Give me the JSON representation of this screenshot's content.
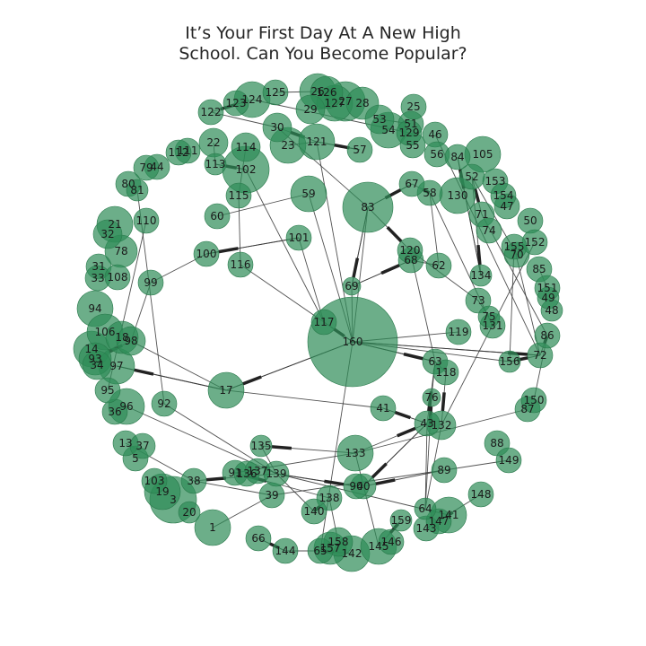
{
  "title": "It’s Your First Day At A New High\nSchool. Can You Become Popular?",
  "colors": {
    "node": "#2e8b57",
    "edge": "#333333",
    "arrow": "#222222",
    "label": "#1a1a1a"
  },
  "graph": {
    "nodes": [
      {
        "id": "1",
        "label": "1"
      },
      {
        "id": "3",
        "label": "3"
      },
      {
        "id": "5",
        "label": "5"
      },
      {
        "id": "13",
        "label": "13"
      },
      {
        "id": "14",
        "label": "14"
      },
      {
        "id": "17",
        "label": "17"
      },
      {
        "id": "18",
        "label": "18"
      },
      {
        "id": "19",
        "label": "19"
      },
      {
        "id": "20",
        "label": "20"
      },
      {
        "id": "21",
        "label": "21"
      },
      {
        "id": "22",
        "label": "22"
      },
      {
        "id": "23",
        "label": "23"
      },
      {
        "id": "25",
        "label": "25"
      },
      {
        "id": "26",
        "label": "26"
      },
      {
        "id": "27",
        "label": "27"
      },
      {
        "id": "28",
        "label": "28"
      },
      {
        "id": "29",
        "label": "29"
      },
      {
        "id": "30",
        "label": "30"
      },
      {
        "id": "31",
        "label": "31"
      },
      {
        "id": "32",
        "label": "32"
      },
      {
        "id": "33",
        "label": "33"
      },
      {
        "id": "34",
        "label": "34"
      },
      {
        "id": "36",
        "label": "36"
      },
      {
        "id": "37",
        "label": "37"
      },
      {
        "id": "38",
        "label": "38"
      },
      {
        "id": "39",
        "label": "39"
      },
      {
        "id": "40",
        "label": "40"
      },
      {
        "id": "41",
        "label": "41"
      },
      {
        "id": "43",
        "label": "43"
      },
      {
        "id": "44",
        "label": "44"
      },
      {
        "id": "46",
        "label": "46"
      },
      {
        "id": "47",
        "label": "47"
      },
      {
        "id": "48",
        "label": "48"
      },
      {
        "id": "49",
        "label": "49"
      },
      {
        "id": "50",
        "label": "50"
      },
      {
        "id": "51",
        "label": "51"
      },
      {
        "id": "52",
        "label": "52"
      },
      {
        "id": "53",
        "label": "53"
      },
      {
        "id": "54",
        "label": "54"
      },
      {
        "id": "55",
        "label": "55"
      },
      {
        "id": "56",
        "label": "56"
      },
      {
        "id": "57",
        "label": "57"
      },
      {
        "id": "58",
        "label": "58"
      },
      {
        "id": "59",
        "label": "59"
      },
      {
        "id": "60",
        "label": "60"
      },
      {
        "id": "62",
        "label": "62"
      },
      {
        "id": "63",
        "label": "63"
      },
      {
        "id": "64",
        "label": "64"
      },
      {
        "id": "65",
        "label": "65"
      },
      {
        "id": "66",
        "label": "66"
      },
      {
        "id": "67",
        "label": "67"
      },
      {
        "id": "68",
        "label": "68"
      },
      {
        "id": "69",
        "label": "69"
      },
      {
        "id": "70",
        "label": "70"
      },
      {
        "id": "71",
        "label": "71"
      },
      {
        "id": "72",
        "label": "72"
      },
      {
        "id": "73",
        "label": "73"
      },
      {
        "id": "74",
        "label": "74"
      },
      {
        "id": "75",
        "label": "75"
      },
      {
        "id": "76",
        "label": "76"
      },
      {
        "id": "78",
        "label": "78"
      },
      {
        "id": "79",
        "label": "79"
      },
      {
        "id": "80",
        "label": "80"
      },
      {
        "id": "81",
        "label": "81"
      },
      {
        "id": "83",
        "label": "83"
      },
      {
        "id": "84",
        "label": "84"
      },
      {
        "id": "85",
        "label": "85"
      },
      {
        "id": "86",
        "label": "86"
      },
      {
        "id": "87",
        "label": "87"
      },
      {
        "id": "88",
        "label": "88"
      },
      {
        "id": "89",
        "label": "89"
      },
      {
        "id": "90",
        "label": "90"
      },
      {
        "id": "91",
        "label": "91"
      },
      {
        "id": "92",
        "label": "92"
      },
      {
        "id": "93",
        "label": "93"
      },
      {
        "id": "94",
        "label": "94"
      },
      {
        "id": "95",
        "label": "95"
      },
      {
        "id": "96",
        "label": "96"
      },
      {
        "id": "97",
        "label": "97"
      },
      {
        "id": "98",
        "label": "98"
      },
      {
        "id": "99",
        "label": "99"
      },
      {
        "id": "100",
        "label": "100"
      },
      {
        "id": "101",
        "label": "101"
      },
      {
        "id": "102",
        "label": "102"
      },
      {
        "id": "103",
        "label": "103"
      },
      {
        "id": "105",
        "label": "105"
      },
      {
        "id": "106",
        "label": "106"
      },
      {
        "id": "108",
        "label": "108"
      },
      {
        "id": "110",
        "label": "110"
      },
      {
        "id": "111",
        "label": "111"
      },
      {
        "id": "112",
        "label": "112"
      },
      {
        "id": "113",
        "label": "113"
      },
      {
        "id": "114",
        "label": "114"
      },
      {
        "id": "115",
        "label": "115"
      },
      {
        "id": "116",
        "label": "116"
      },
      {
        "id": "117",
        "label": "117"
      },
      {
        "id": "118",
        "label": "118"
      },
      {
        "id": "119",
        "label": "119"
      },
      {
        "id": "120",
        "label": "120"
      },
      {
        "id": "121",
        "label": "121"
      },
      {
        "id": "122",
        "label": "122"
      },
      {
        "id": "123",
        "label": "123"
      },
      {
        "id": "124",
        "label": "124"
      },
      {
        "id": "125",
        "label": "125"
      },
      {
        "id": "126",
        "label": "126"
      },
      {
        "id": "127",
        "label": "127"
      },
      {
        "id": "129",
        "label": "129"
      },
      {
        "id": "130",
        "label": "130"
      },
      {
        "id": "131",
        "label": "131"
      },
      {
        "id": "132",
        "label": "132"
      },
      {
        "id": "133",
        "label": "133"
      },
      {
        "id": "134",
        "label": "134"
      },
      {
        "id": "135",
        "label": "135"
      },
      {
        "id": "136",
        "label": "136"
      },
      {
        "id": "137",
        "label": "137"
      },
      {
        "id": "138",
        "label": "138"
      },
      {
        "id": "139",
        "label": "139"
      },
      {
        "id": "140",
        "label": "140"
      },
      {
        "id": "141",
        "label": "141"
      },
      {
        "id": "142",
        "label": "142"
      },
      {
        "id": "143",
        "label": "143"
      },
      {
        "id": "144",
        "label": "144"
      },
      {
        "id": "145",
        "label": "145"
      },
      {
        "id": "146",
        "label": "146"
      },
      {
        "id": "147",
        "label": "147"
      },
      {
        "id": "148",
        "label": "148"
      },
      {
        "id": "149",
        "label": "149"
      },
      {
        "id": "150",
        "label": "150"
      },
      {
        "id": "151",
        "label": "151"
      },
      {
        "id": "152",
        "label": "152"
      },
      {
        "id": "153",
        "label": "153"
      },
      {
        "id": "154",
        "label": "154"
      },
      {
        "id": "155",
        "label": "155"
      },
      {
        "id": "156",
        "label": "156"
      },
      {
        "id": "157",
        "label": "157"
      },
      {
        "id": "158",
        "label": "158"
      },
      {
        "id": "159",
        "label": "159"
      },
      {
        "id": "160",
        "label": "160"
      }
    ],
    "edges": [
      [
        "160",
        "117"
      ],
      [
        "160",
        "69"
      ],
      [
        "160",
        "59"
      ],
      [
        "160",
        "83"
      ],
      [
        "160",
        "72"
      ],
      [
        "160",
        "119"
      ],
      [
        "160",
        "63"
      ],
      [
        "160",
        "65"
      ],
      [
        "160",
        "116"
      ],
      [
        "160",
        "121"
      ],
      [
        "160",
        "17"
      ],
      [
        "160",
        "156"
      ],
      [
        "83",
        "30"
      ],
      [
        "83",
        "69"
      ],
      [
        "83",
        "67"
      ],
      [
        "117",
        "101"
      ],
      [
        "117",
        "102"
      ],
      [
        "69",
        "68"
      ],
      [
        "68",
        "62"
      ],
      [
        "58",
        "131"
      ],
      [
        "58",
        "62"
      ],
      [
        "84",
        "134"
      ],
      [
        "71",
        "86"
      ],
      [
        "52",
        "70"
      ],
      [
        "73",
        "120"
      ],
      [
        "73",
        "75"
      ],
      [
        "63",
        "118"
      ],
      [
        "63",
        "76"
      ],
      [
        "120",
        "63"
      ],
      [
        "156",
        "155"
      ],
      [
        "72",
        "155"
      ],
      [
        "72",
        "46"
      ],
      [
        "86",
        "150"
      ],
      [
        "87",
        "133"
      ],
      [
        "43",
        "41"
      ],
      [
        "43",
        "40"
      ],
      [
        "17",
        "98"
      ],
      [
        "17",
        "41"
      ],
      [
        "17",
        "97"
      ],
      [
        "98",
        "99"
      ],
      [
        "99",
        "100"
      ],
      [
        "100",
        "101"
      ],
      [
        "110",
        "95"
      ],
      [
        "81",
        "92"
      ],
      [
        "92",
        "139"
      ],
      [
        "139",
        "141"
      ],
      [
        "139",
        "90"
      ],
      [
        "139",
        "135"
      ],
      [
        "139",
        "96"
      ],
      [
        "139",
        "140"
      ],
      [
        "89",
        "39"
      ],
      [
        "89",
        "149"
      ],
      [
        "38",
        "13"
      ],
      [
        "38",
        "39"
      ],
      [
        "39",
        "1"
      ],
      [
        "64",
        "43"
      ],
      [
        "64",
        "132"
      ],
      [
        "143",
        "148"
      ],
      [
        "66",
        "144"
      ],
      [
        "144",
        "65"
      ],
      [
        "65",
        "142"
      ],
      [
        "158",
        "138"
      ],
      [
        "133",
        "91"
      ],
      [
        "133",
        "145"
      ],
      [
        "22",
        "113"
      ],
      [
        "113",
        "102"
      ],
      [
        "23",
        "121"
      ],
      [
        "121",
        "57"
      ],
      [
        "59",
        "60"
      ],
      [
        "114",
        "115"
      ],
      [
        "115",
        "116"
      ],
      [
        "122",
        "30"
      ],
      [
        "124",
        "129"
      ],
      [
        "125",
        "26"
      ],
      [
        "53",
        "51"
      ],
      [
        "132",
        "152"
      ],
      [
        "151",
        "85"
      ]
    ],
    "arrows": [
      [
        "83",
        "120"
      ],
      [
        "83",
        "69"
      ],
      [
        "83",
        "67"
      ],
      [
        "160",
        "117"
      ],
      [
        "160",
        "17"
      ],
      [
        "160",
        "63"
      ],
      [
        "160",
        "72"
      ],
      [
        "69",
        "68"
      ],
      [
        "63",
        "43"
      ],
      [
        "43",
        "40"
      ],
      [
        "43",
        "41"
      ],
      [
        "17",
        "97"
      ],
      [
        "98",
        "93"
      ],
      [
        "101",
        "100"
      ],
      [
        "89",
        "40"
      ],
      [
        "133",
        "135"
      ],
      [
        "133",
        "43"
      ],
      [
        "139",
        "90"
      ],
      [
        "139",
        "38"
      ],
      [
        "138",
        "91"
      ],
      [
        "140",
        "138"
      ],
      [
        "64",
        "76"
      ],
      [
        "141",
        "147"
      ],
      [
        "159",
        "145"
      ],
      [
        "144",
        "66"
      ],
      [
        "65",
        "142"
      ],
      [
        "57",
        "121"
      ],
      [
        "121",
        "30"
      ],
      [
        "102",
        "113"
      ],
      [
        "122",
        "124"
      ],
      [
        "118",
        "132"
      ],
      [
        "134",
        "84"
      ],
      [
        "156",
        "72"
      ],
      [
        "52",
        "134"
      ],
      [
        "58",
        "67"
      ],
      [
        "86",
        "72"
      ],
      [
        "71",
        "52"
      ]
    ]
  }
}
